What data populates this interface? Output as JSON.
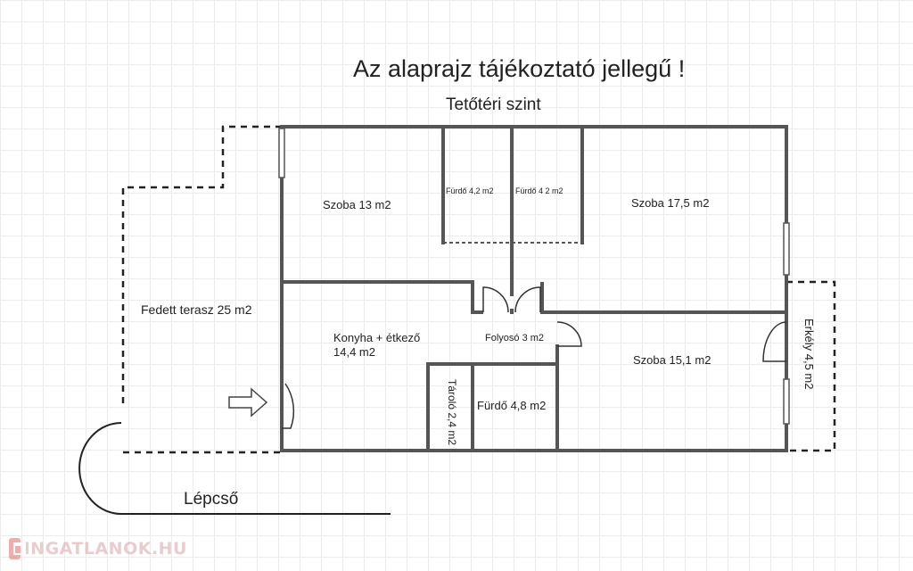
{
  "title": "Az alaprajz tájékoztató jellegű !",
  "subtitle": "Tetőtéri szint",
  "rooms": {
    "szoba_13": "Szoba 13 m2",
    "furdo_1": "Fürdő 4,2 m2",
    "furdo_2": "Fürdő 4 2 m2",
    "szoba_17_5": "Szoba 17,5 m2",
    "fedett_terasz": "Fedett terasz 25 m2",
    "konyha_line1": "Konyha + étkező",
    "konyha_line2": "14,4 m2",
    "folyoso": "Folyosó 3 m2",
    "szoba_15_1": "Szoba 15,1 m2",
    "erkely": "Erkély 4,5 m2",
    "tarolo": "Tároló 2,4 m2",
    "furdo_3": "Fürdő 4,8 m2",
    "lepcso": "Lépcső"
  },
  "watermark": "INGATLANOK.HU",
  "colors": {
    "wall": "#555555",
    "dashed": "#222222",
    "grid": "#ececec",
    "logo": "#e06d6d"
  },
  "icons": {
    "entrance": "arrow-right-icon",
    "logo": "house-icon"
  }
}
